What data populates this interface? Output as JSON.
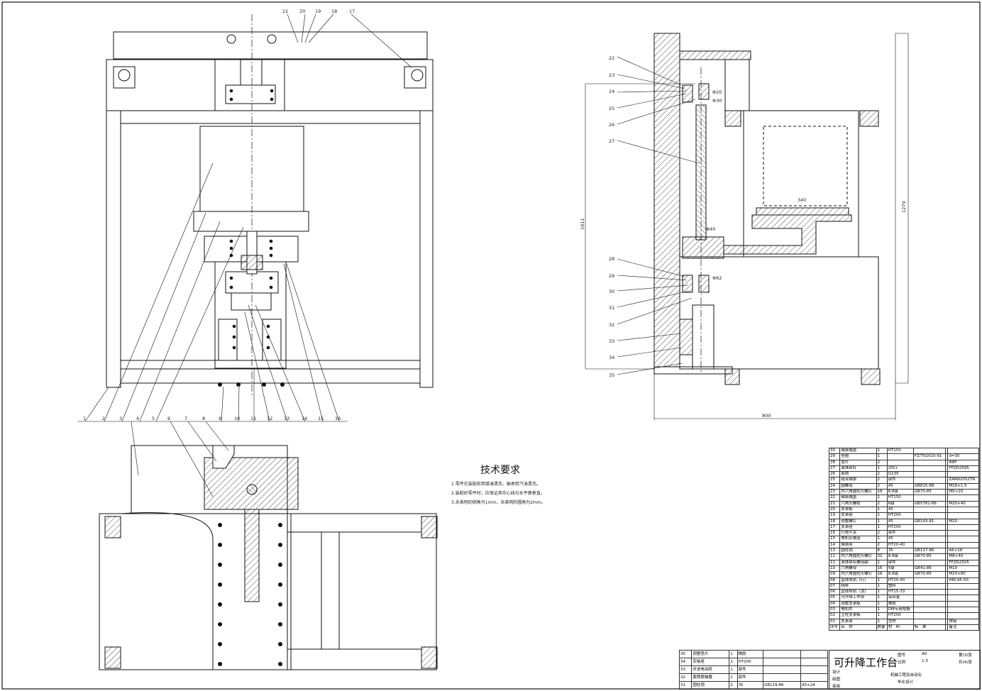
{
  "tech_requirements": {
    "title": "技术要求",
    "lines": [
      "1.零件在装配前用煤油清洗，轴承用汽油清洗。",
      "2.装配好零件时，应保证其中心线与水平面垂直。",
      "3.未表明的倒角为1mm，未表明的圆角为2mm。"
    ]
  },
  "part_numbers_front": [
    "1",
    "2",
    "3",
    "4",
    "5",
    "6",
    "7",
    "8",
    "9",
    "10",
    "11",
    "12",
    "13",
    "14",
    "15",
    "16"
  ],
  "part_numbers_top": [
    "21",
    "20",
    "19",
    "18",
    "17"
  ],
  "part_numbers_side": [
    "22",
    "23",
    "24",
    "25",
    "26",
    "27",
    "28",
    "29",
    "30",
    "31",
    "32",
    "33",
    "34",
    "35"
  ],
  "dimensions": {
    "width_800": "800",
    "height_1011": "1011",
    "height_1279": "1279",
    "dim_340": "340",
    "dia1": "Φ20",
    "dia2": "Φ30",
    "dia3": "Φ62",
    "dia4": "Φ40"
  },
  "bom_rows": [
    [
      "30",
      "轴承端盖",
      "1",
      "HT150",
      "",
      "",
      ""
    ],
    [
      "29",
      "垫圈",
      "1",
      "",
      "FZ/T92010-91",
      "",
      "d=30"
    ],
    [
      "28",
      "垫片",
      "2",
      "",
      "",
      "",
      "Φ8F"
    ],
    [
      "27",
      "滚珠丝杠",
      "1",
      "20Cr",
      "",
      "",
      "FFZD2505"
    ],
    [
      "26",
      "套筒",
      "2",
      "Q235",
      "",
      "",
      ""
    ],
    [
      "25",
      "组合轴承",
      "2",
      "部件",
      "",
      "",
      "ZARN2052TN"
    ],
    [
      "24",
      "圆螺母",
      "2",
      "45",
      "GB815-88",
      "",
      "M18×1.5"
    ],
    [
      "23",
      "内六角圆柱头螺钉",
      "18",
      "8.8级",
      "GB70-85",
      "",
      "M5×20"
    ],
    [
      "22",
      "轴承端盖",
      "1",
      "HT150",
      "",
      "",
      ""
    ],
    [
      "21",
      "六角头螺栓",
      "2",
      "6级",
      "GB5781-86",
      "",
      "M20×40"
    ],
    [
      "20",
      "支承板",
      "1",
      "45",
      "",
      "",
      ""
    ],
    [
      "19",
      "支承座",
      "1",
      "HT200",
      "",
      "",
      ""
    ],
    [
      "18",
      "调整螺钉",
      "1",
      "45",
      "GB193-81",
      "",
      "M10"
    ],
    [
      "17",
      "支承座",
      "1",
      "HT200",
      "",
      "",
      ""
    ],
    [
      "16",
      "行程开关",
      "2",
      "部件",
      "",
      "",
      ""
    ],
    [
      "15",
      "电机安装座",
      "1",
      "45",
      "",
      "",
      ""
    ],
    [
      "14",
      "轴承座",
      "2",
      "HT20-40",
      "",
      "",
      ""
    ],
    [
      "13",
      "圆柱销",
      "8",
      "35",
      "GB117-86",
      "",
      "A6×18"
    ],
    [
      "12",
      "内六角圆柱头螺钉",
      "32",
      "8.8级",
      "GB70-85",
      "",
      "M8×40"
    ],
    [
      "11",
      "滚珠丝杠螺母副",
      "1",
      "部件",
      "",
      "",
      "FFZD2505"
    ],
    [
      "10",
      "六角螺母",
      "16",
      "5级",
      "GB41-86",
      "",
      "M10"
    ],
    [
      "09",
      "内六角圆柱头螺钉",
      "16",
      "8.8级",
      "GB70-85",
      "",
      "M10×80"
    ],
    [
      "08",
      "直线导轨（行）",
      "1",
      "HT20-40",
      "",
      "",
      "HRC45-50"
    ],
    [
      "07",
      "隔条",
      "1",
      "塑料",
      "",
      "",
      ""
    ],
    [
      "06",
      "直线导轨（顶）",
      "1",
      "HT15-33",
      "",
      "",
      ""
    ],
    [
      "05",
      "可升降工作台",
      "1",
      "铝合金",
      "",
      "",
      ""
    ],
    [
      "04",
      "调整支承板",
      "1",
      "陶瓷",
      "",
      "",
      ""
    ],
    [
      "03",
      "电机件",
      "1",
      "DM专用规格",
      "",
      "",
      ""
    ],
    [
      "02",
      "立柱支承板",
      "1",
      "HT200",
      "",
      "",
      ""
    ],
    [
      "01",
      "支承架",
      "1",
      "型材",
      "",
      "",
      "焊接"
    ]
  ],
  "bom_header": [
    "序号",
    "名　称",
    "数量",
    "材　料",
    "标　准",
    "",
    "备注"
  ],
  "bom_lower_rows": [
    [
      "35",
      "调整垫片",
      "1",
      "橡胶",
      "",
      ""
    ],
    [
      "34",
      "安装座",
      "2",
      "HT200",
      "",
      ""
    ],
    [
      "33",
      "步进电动机",
      "1",
      "部件",
      "",
      ""
    ],
    [
      "32",
      "套筒联轴器",
      "1",
      "部件",
      "",
      ""
    ],
    [
      "31",
      "圆柱销",
      "2",
      "35",
      "GB119-86",
      "A5×24"
    ]
  ],
  "title_block": {
    "drawing_title": "可升降工作台",
    "drawing_no_label": "图号",
    "drawing_no": "A0",
    "scale_label": "比例",
    "scale": "1:3",
    "sheet": "第(3)张",
    "sheets_total": "共(4)张",
    "designer_label": "设计",
    "drawn_label": "绘图",
    "review_label": "审阅",
    "school": "机械工程及自动化",
    "school2": "毕业设计"
  },
  "colors": {
    "line": "#111111",
    "hatch": "#222222"
  }
}
